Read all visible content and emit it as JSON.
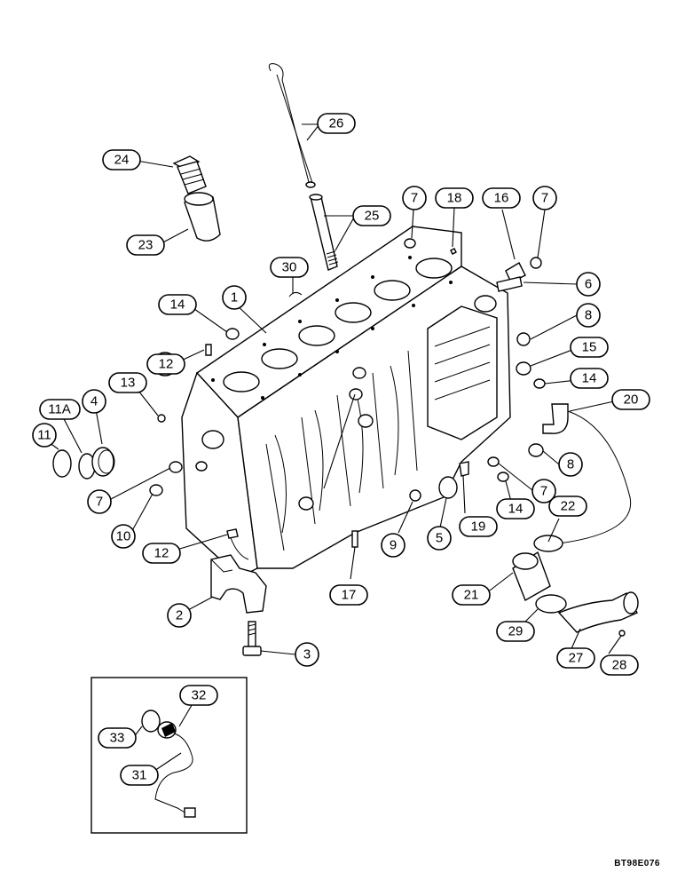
{
  "reference_code": "BT98E076",
  "callouts": [
    "1",
    "2",
    "3",
    "4",
    "5",
    "6",
    "7",
    "8",
    "9",
    "10",
    "11",
    "11A",
    "12",
    "13",
    "14",
    "15",
    "16",
    "17",
    "18",
    "19",
    "20",
    "21",
    "22",
    "23",
    "24",
    "25",
    "26",
    "27",
    "28",
    "29",
    "30",
    "31",
    "32",
    "33"
  ]
}
